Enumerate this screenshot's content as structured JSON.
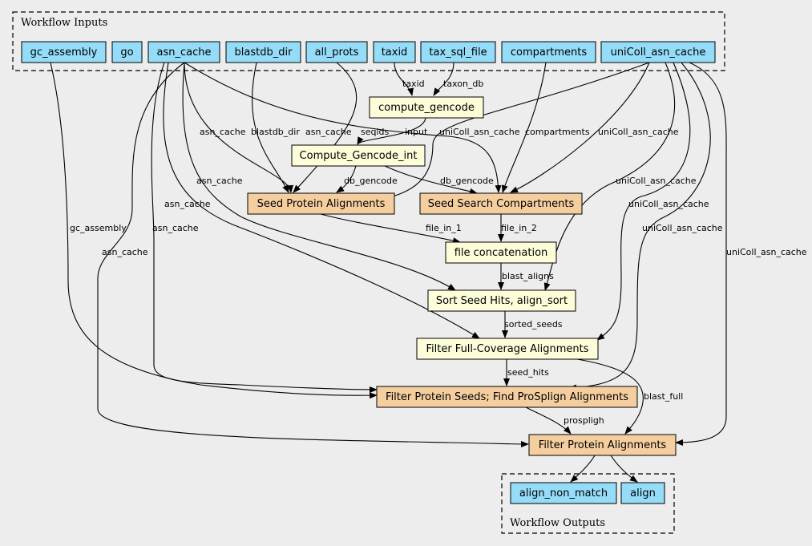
{
  "colors": {
    "background": "#ededed",
    "input": "#94dcf7",
    "tool": "#fdfdd9",
    "subworkflow": "#f5cea0",
    "output": "#94dcf7"
  },
  "clusters": {
    "inputs": "Workflow Inputs",
    "outputs": "Workflow Outputs"
  },
  "nodes": {
    "gc_assembly": "gc_assembly",
    "go": "go",
    "asn_cache": "asn_cache",
    "blastdb_dir": "blastdb_dir",
    "all_prots": "all_prots",
    "taxid": "taxid",
    "tax_sql_file": "tax_sql_file",
    "compartments": "compartments",
    "unicoll": "uniColl_asn_cache",
    "compute_gencode": "compute_gencode",
    "compute_gencode_int": "Compute_Gencode_int",
    "seed_protein": "Seed Protein Alignments",
    "seed_search": "Seed Search Compartments",
    "file_concat": "file concatenation",
    "sort_seed": "Sort Seed Hits, align_sort",
    "filter_full": "Filter Full-Coverage Alignments",
    "filter_seeds": "Filter Protein Seeds; Find ProSplign Alignments",
    "filter_protein": "Filter Protein Alignments",
    "align_non_match": "align_non_match",
    "align": "align"
  },
  "edges": {
    "taxid": "taxid",
    "taxon_db": "taxon_db",
    "input": "input",
    "asn_cache": "asn_cache",
    "blastdb_dir": "blastdb_dir",
    "seqids": "seqids",
    "unicoll": "uniColl_asn_cache",
    "compartments": "compartments",
    "db_gencode": "db_gencode",
    "gc_assembly": "gc_assembly",
    "file_in_1": "file_in_1",
    "file_in_2": "file_in_2",
    "blast_aligns": "blast_aligns",
    "sorted_seeds": "sorted_seeds",
    "seed_hits": "seed_hits",
    "blast_full": "blast_full",
    "prospligh": "prospligh"
  }
}
